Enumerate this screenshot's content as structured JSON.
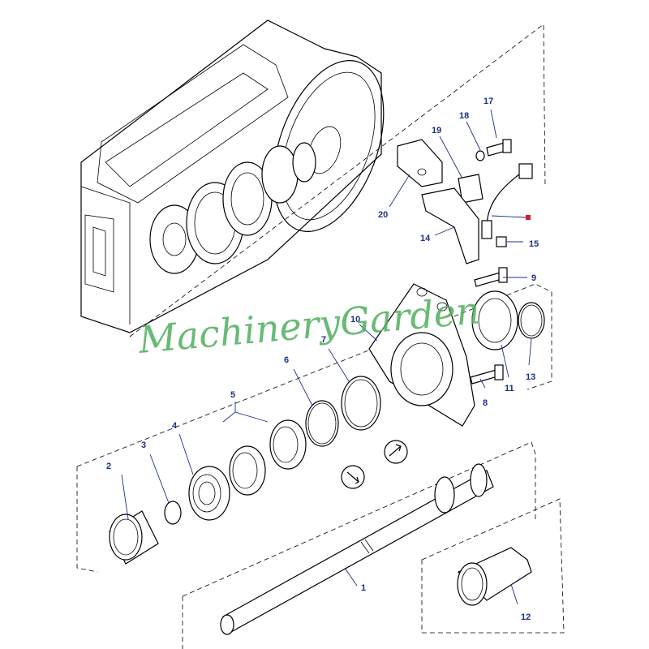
{
  "diagram": {
    "watermark": "MachineryGarden",
    "part_labels": [
      {
        "id": "1",
        "text": "1"
      },
      {
        "id": "2",
        "text": "2"
      },
      {
        "id": "3",
        "text": "3"
      },
      {
        "id": "4",
        "text": "4"
      },
      {
        "id": "5",
        "text": "5"
      },
      {
        "id": "6",
        "text": "6"
      },
      {
        "id": "7",
        "text": "7"
      },
      {
        "id": "8",
        "text": "8"
      },
      {
        "id": "9",
        "text": "9"
      },
      {
        "id": "10",
        "text": "10"
      },
      {
        "id": "11",
        "text": "11"
      },
      {
        "id": "12",
        "text": "12"
      },
      {
        "id": "13",
        "text": "13"
      },
      {
        "id": "14",
        "text": "14"
      },
      {
        "id": "15",
        "text": "15"
      },
      {
        "id": "17",
        "text": "17"
      },
      {
        "id": "18",
        "text": "18"
      },
      {
        "id": "19",
        "text": "19"
      },
      {
        "id": "20",
        "text": "20"
      }
    ],
    "colors": {
      "label": "#1c2f8a",
      "watermark": "#4fae5d",
      "marker": "#d0202a"
    }
  }
}
